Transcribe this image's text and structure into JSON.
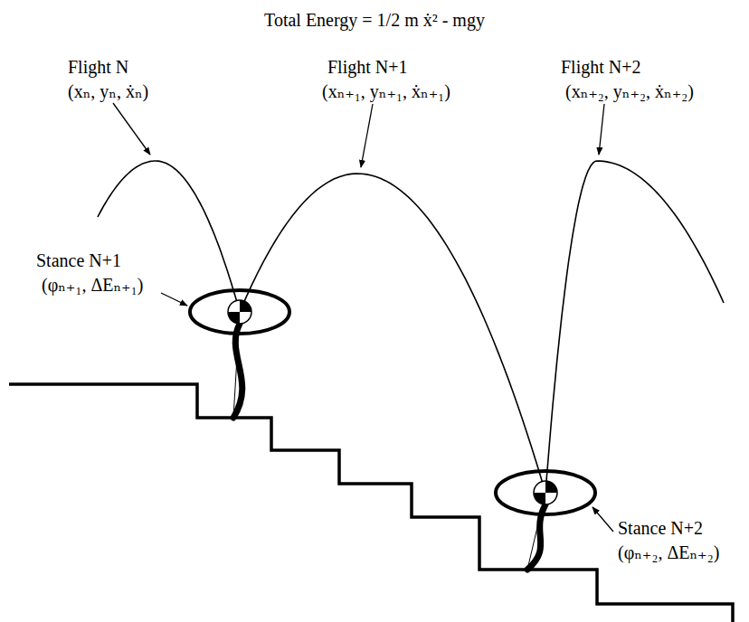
{
  "diagram": {
    "title": "Total Energy = 1/2 m ẋ² - mgy",
    "labels": [
      "Flight N",
      "(xₙ, yₙ, ẋₙ)",
      "Flight N+1",
      "(xₙ₊₁, yₙ₊₁, ẋₙ₊₁)",
      "Flight N+2",
      "(xₙ₊₂, yₙ₊₂, ẋₙ₊₂)",
      "Stance N+1",
      "(φₙ₊₁, ΔEₙ₊₁)",
      "Stance N+2",
      "(φₙ₊₂, ΔEₙ₊₂)"
    ]
  }
}
